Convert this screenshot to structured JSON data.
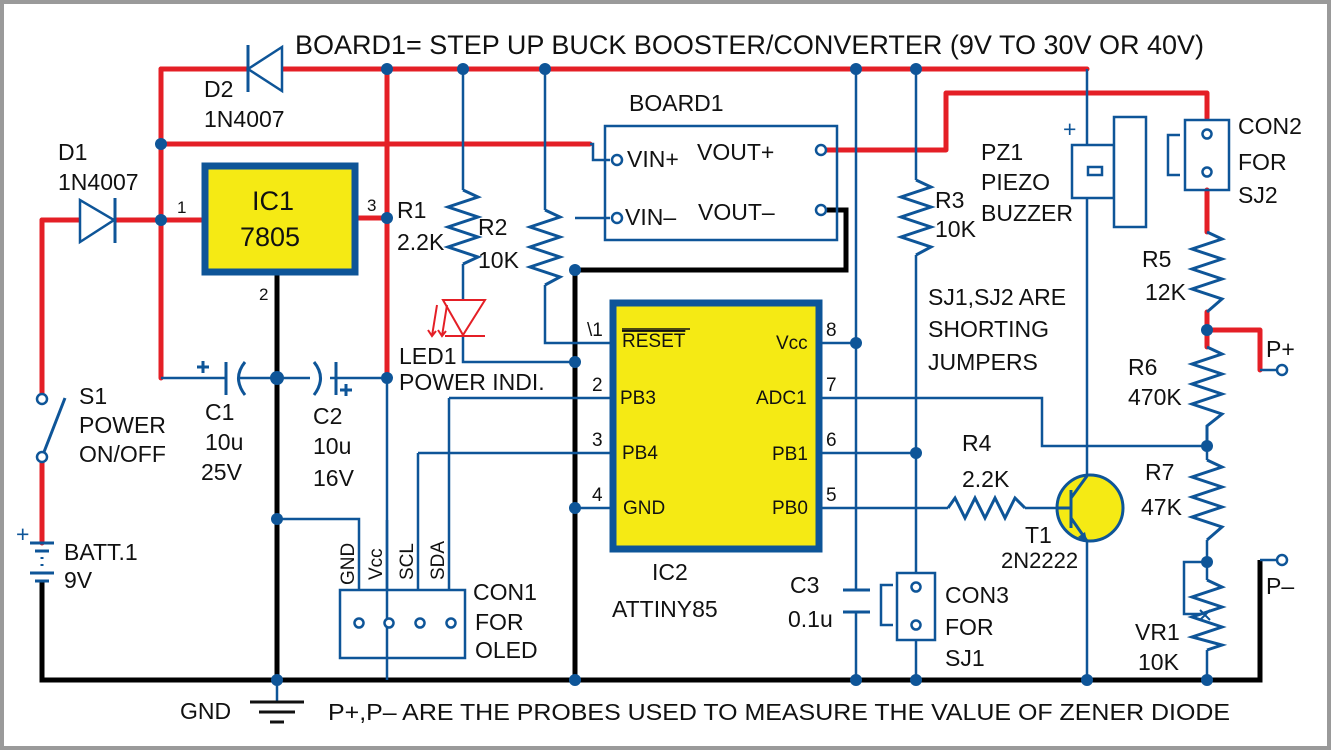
{
  "title": "BOARD1= STEP UP BUCK BOOSTER/CONVERTER (9V TO  30V OR 40V)",
  "footnote": "P+,P– ARE THE PROBES USED TO MEASURE THE VALUE OF ZENER DIODE",
  "note": [
    "SJ1,SJ2 ARE",
    "SHORTING",
    "JUMPERS"
  ],
  "colors": {
    "vcc_wire": "#e41f26",
    "signal_wire": "#0e5598",
    "ground_wire": "#000000",
    "ic_fill": "#f5ea14"
  },
  "components": {
    "d1": {
      "ref": "D1",
      "value": "1N4007"
    },
    "d2": {
      "ref": "D2",
      "value": "1N4007"
    },
    "ic1": {
      "ref": "IC1",
      "value": "7805",
      "pins": [
        "1",
        "2",
        "3"
      ]
    },
    "r1": {
      "ref": "R1",
      "value": "2.2K"
    },
    "r2": {
      "ref": "R2",
      "value": "10K"
    },
    "r3": {
      "ref": "R3",
      "value": "10K"
    },
    "r4": {
      "ref": "R4",
      "value": "2.2K"
    },
    "r5": {
      "ref": "R5",
      "value": "12K"
    },
    "r6": {
      "ref": "R6",
      "value": "470K"
    },
    "r7": {
      "ref": "R7",
      "value": "47K"
    },
    "vr1": {
      "ref": "VR1",
      "value": "10K"
    },
    "c1": {
      "ref": "C1",
      "value": "10u",
      "voltage": "25V"
    },
    "c2": {
      "ref": "C2",
      "value": "10u",
      "voltage": "16V"
    },
    "c3": {
      "ref": "C3",
      "value": "0.1u"
    },
    "led1": {
      "ref": "LED1",
      "desc": "POWER INDI."
    },
    "s1": {
      "ref": "S1",
      "desc1": "POWER",
      "desc2": "ON/OFF"
    },
    "batt": {
      "ref": "BATT.1",
      "value": "9V",
      "plus": "+"
    },
    "board1": {
      "ref": "BOARD1",
      "vin_plus": "VIN+",
      "vin_minus": "VIN–",
      "vout_plus": "VOUT+",
      "vout_minus": "VOUT–"
    },
    "ic2": {
      "ref": "IC2",
      "value": "ATTINY85",
      "left_pins": [
        {
          "num": "\\1",
          "name": "RESET"
        },
        {
          "num": "2",
          "name": "PB3"
        },
        {
          "num": "3",
          "name": "PB4"
        },
        {
          "num": "4",
          "name": "GND"
        }
      ],
      "right_pins": [
        {
          "num": "8",
          "name": "Vcc"
        },
        {
          "num": "7",
          "name": "ADC1"
        },
        {
          "num": "6",
          "name": "PB1"
        },
        {
          "num": "5",
          "name": "PB0"
        }
      ]
    },
    "pz1": {
      "ref": "PZ1",
      "desc1": "PIEZO",
      "desc2": "BUZZER",
      "plus": "+"
    },
    "con1": {
      "ref": "CON1",
      "desc1": "FOR",
      "desc2": "OLED",
      "pins": [
        "GND",
        "Vcc",
        "SCL",
        "SDA"
      ]
    },
    "con2": {
      "ref": "CON2",
      "desc1": "FOR",
      "desc2": "SJ2"
    },
    "con3": {
      "ref": "CON3",
      "desc1": "FOR",
      "desc2": "SJ1"
    },
    "t1": {
      "ref": "T1",
      "value": "2N2222"
    },
    "probes": {
      "plus": "P+",
      "minus": "P–"
    },
    "gnd": {
      "label": "GND"
    }
  }
}
